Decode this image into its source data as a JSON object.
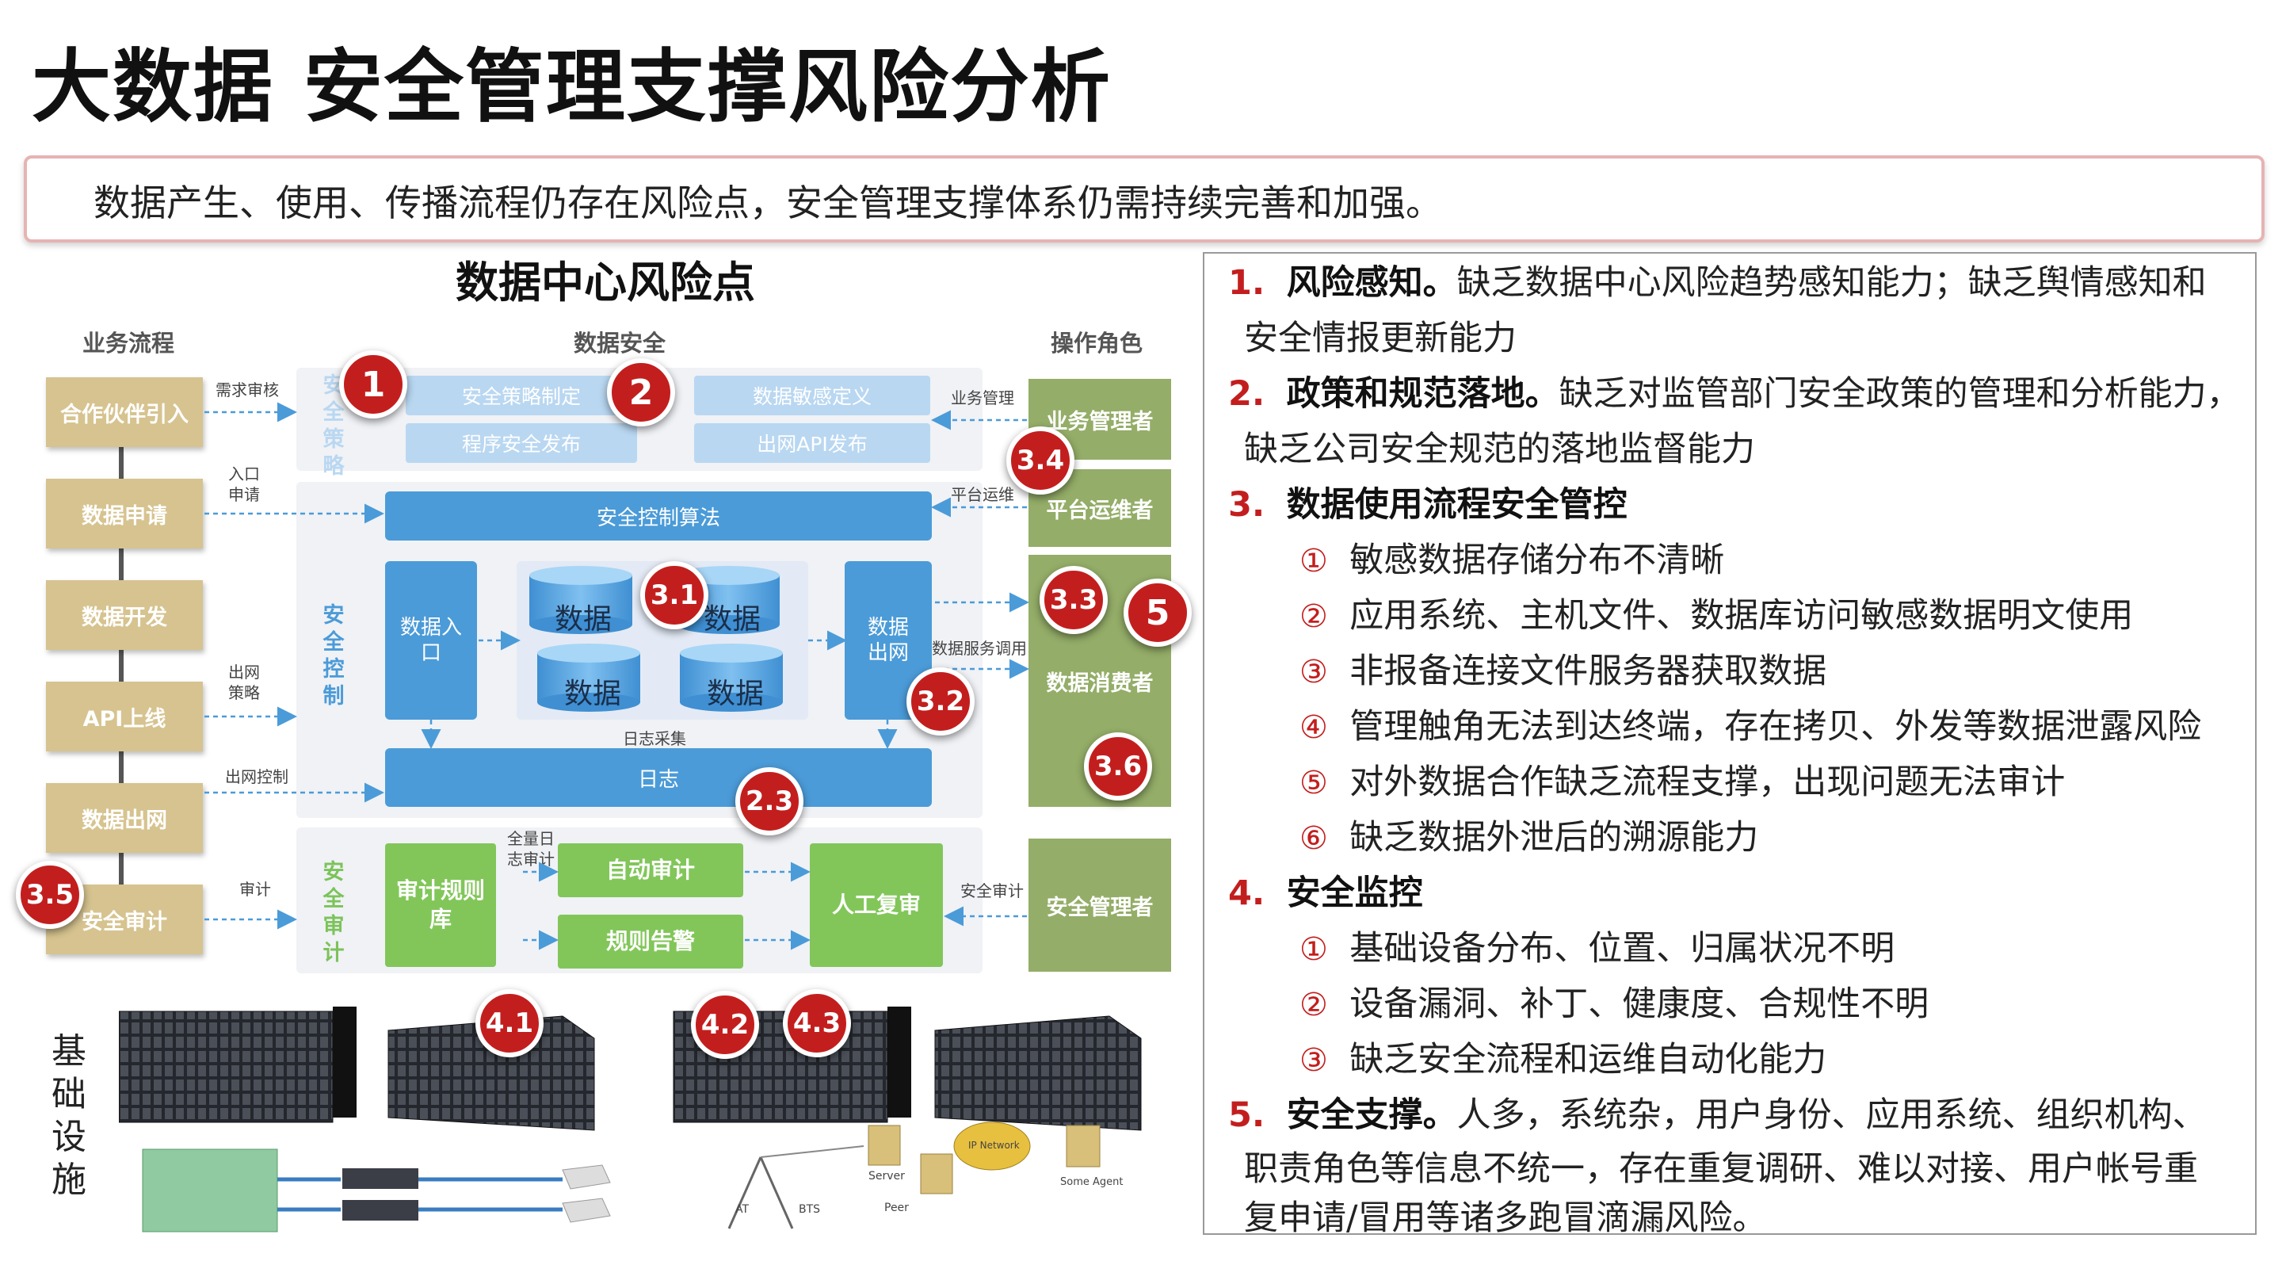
{
  "title": "大数据 安全管理支撑风险分析",
  "subtitle": "数据产生、使用、传播流程仍存在风险点，安全管理支撑体系仍需持续完善和加强。",
  "diagram": {
    "title": "数据中心风险点",
    "col_business": "业务流程",
    "col_security": "数据安全",
    "col_roles": "操作角色",
    "business_steps": [
      "合作伙伴引入",
      "数据申请",
      "数据开发",
      "API上线",
      "数据出网",
      "安全审计"
    ],
    "flow_labels": {
      "req_review": "需求审核",
      "entry_apply_1": "入口",
      "entry_apply_2": "申请",
      "out_policy_1": "出网",
      "out_policy_2": "策略",
      "out_control": "出网控制",
      "audit": "审计",
      "biz_mgmt": "业务管理",
      "platform_ops": "平台运维",
      "data_service": "数据服务调用",
      "log_collect": "日志采集",
      "full_log_1": "全量日",
      "full_log_2": "志审计",
      "sec_audit": "安全审计"
    },
    "policy_label": [
      "安",
      "全",
      "策",
      "略"
    ],
    "control_label": [
      "安",
      "全",
      "控",
      "制"
    ],
    "audit_label": [
      "安",
      "全",
      "审",
      "计"
    ],
    "policy_boxes": [
      "安全策略制定",
      "程序安全发布",
      "数据敏感定义",
      "出网API发布"
    ],
    "control_algo": "安全控制算法",
    "data_entry": [
      "数据入",
      "口"
    ],
    "data_exit": [
      "数据",
      "出网"
    ],
    "db_label": "数据",
    "log": "日志",
    "audit_rules": [
      "审计规则",
      "库"
    ],
    "auto_audit": "自动审计",
    "rule_alarm": "规则告警",
    "manual_review": "人工复审",
    "roles": [
      "业务管理者",
      "平台运维者",
      "数据消费者",
      "安全管理者"
    ],
    "infra": [
      "基",
      "础",
      "设",
      "施"
    ],
    "badges": [
      "1",
      "2",
      "3.4",
      "3.1",
      "3.3",
      "5",
      "3.2",
      "3.6",
      "2.3",
      "3.5",
      "4.1",
      "4.2",
      "4.3"
    ],
    "infra_icons": [
      "AT",
      "BTS",
      "Server",
      "Peer",
      "IP Network",
      "Some Agent"
    ]
  },
  "risks": [
    {
      "num": "1.",
      "head": "风险感知。",
      "text": "缺乏数据中心风险趋势感知能力；缺乏舆情感知和",
      "cont": "安全情报更新能力"
    },
    {
      "num": "2.",
      "head": "政策和规范落地。",
      "text": "缺乏对监管部门安全政策的管理和分析能力，",
      "cont": "缺乏公司安全规范的落地监督能力"
    },
    {
      "num": "3.",
      "head": "数据使用流程安全管控",
      "text": "",
      "cont": ""
    },
    {
      "num": "4.",
      "head": "安全监控",
      "text": "",
      "cont": ""
    },
    {
      "num": "5.",
      "head": "安全支撑。",
      "text": "人多，系统杂，用户身份、应用系统、组织机构、",
      "cont": "职责角色等信息不统一，存在重复调研、难以对接、用户帐号重",
      "cont2": "复申请/冒用等诸多跑冒滴漏风险。"
    }
  ],
  "sub3": [
    {
      "mark": "①",
      "text": "敏感数据存储分布不清晰"
    },
    {
      "mark": "②",
      "text": "应用系统、主机文件、数据库访问敏感数据明文使用"
    },
    {
      "mark": "③",
      "text": "非报备连接文件服务器获取数据"
    },
    {
      "mark": "④",
      "text": "管理触角无法到达终端，存在拷贝、外发等数据泄露风险"
    },
    {
      "mark": "⑤",
      "text": "对外数据合作缺乏流程支撑，出现问题无法审计"
    },
    {
      "mark": "⑥",
      "text": "缺乏数据外泄后的溯源能力"
    }
  ],
  "sub4": [
    {
      "mark": "①",
      "text": "基础设备分布、位置、归属状况不明"
    },
    {
      "mark": "②",
      "text": "设备漏洞、补丁、健康度、合规性不明"
    },
    {
      "mark": "③",
      "text": "缺乏安全流程和运维自动化能力"
    }
  ],
  "colors": {
    "accent_red": "#c31e1e",
    "tan": "#d6c38f",
    "blue": "#4b9bd8",
    "green": "#82c65a",
    "olive": "#94ad68"
  }
}
